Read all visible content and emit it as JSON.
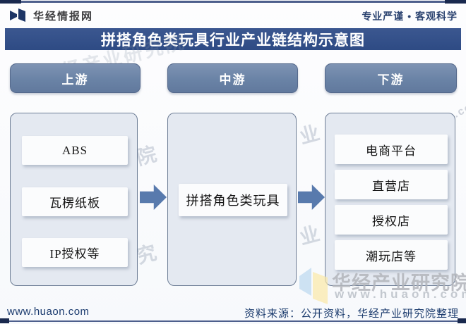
{
  "header": {
    "logo_text": "华经情报网",
    "slogan": "专业严谨 • 客观科学"
  },
  "title": "拼搭角色类玩具行业产业链结构示意图",
  "columns": [
    {
      "id": "upstream",
      "header": "上游",
      "items": [
        "ABS",
        "瓦楞纸板",
        "IP授权等"
      ]
    },
    {
      "id": "midstream",
      "header": "中游",
      "items": [
        "拼搭角色类玩具"
      ]
    },
    {
      "id": "downstream",
      "header": "下游",
      "items": [
        "电商平台",
        "直营店",
        "授权店",
        "潮玩店等"
      ]
    }
  ],
  "footer": {
    "website": "www.huaon.com",
    "source": "资料来源：公开资料，华经产业研究院整理"
  },
  "watermarks": {
    "brand": "华经产业研究院",
    "site": "www.huaon.com",
    "fragments": [
      "院",
      "究",
      "业",
      "业"
    ]
  },
  "colors": {
    "title_bar": "#2e4b84",
    "pill": "#6a83a6",
    "pill_border": "#55698c",
    "panel_bg": "#e4e9f1",
    "panel_border": "#6d7d95",
    "arrow": "#587aad",
    "navy_text": "#1c3c6e",
    "frame_line": "#4d5f8c",
    "frame_cap": "#19294e",
    "watermark_gray": "#b2b4ba"
  }
}
